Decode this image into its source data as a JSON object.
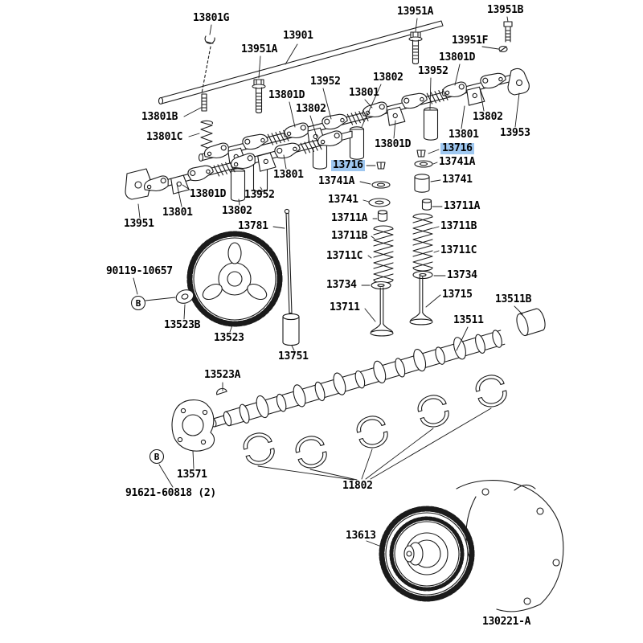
{
  "meta": {
    "diagram_code": "130221-A",
    "highlight_color": "#9ec7f0",
    "selected_part": "13716"
  },
  "symbols": {
    "bolt_marker": "B"
  },
  "parts": {
    "p13801g": "13801G",
    "p13951a_1": "13951A",
    "p13951b": "13951B",
    "p13901": "13901",
    "p13951a_2": "13951A",
    "p13951f": "13951F",
    "p13801d_1": "13801D",
    "p13952_1": "13952",
    "p13802_1": "13802",
    "p13952_2": "13952",
    "p13801_1": "13801",
    "p13801d_2": "13801D",
    "p13801b": "13801B",
    "p13802_2": "13802",
    "p13802_3": "13802",
    "p13801c": "13801C",
    "p13801_2": "13801",
    "p13953": "13953",
    "p13801d_3": "13801D",
    "p13716_1": "13716",
    "p13741a_1": "13741A",
    "p13716_2": "13716",
    "p13741_1": "13741",
    "p13801_3": "13801",
    "p13741a_2": "13741A",
    "p13801d_4": "13801D",
    "p13952_3": "13952",
    "p13741_2": "13741",
    "p13711a_1": "13711A",
    "p13801_4": "13801",
    "p13802_4": "13802",
    "p13711a_2": "13711A",
    "p13711b_1": "13711B",
    "p13951": "13951",
    "p13781": "13781",
    "p13711b_2": "13711B",
    "p13711c_1": "13711C",
    "p13711c_2": "13711C",
    "p13734_1": "13734",
    "p90119": "90119-10657",
    "p13734_2": "13734",
    "p13715": "13715",
    "p13711": "13711",
    "p13511b": "13511B",
    "p13523b": "13523B",
    "p13511": "13511",
    "p13523": "13523",
    "p13751": "13751",
    "p13523a": "13523A",
    "p13571": "13571",
    "p91621": "91621-60818 (2)",
    "p11802": "11802",
    "p13613": "13613"
  }
}
